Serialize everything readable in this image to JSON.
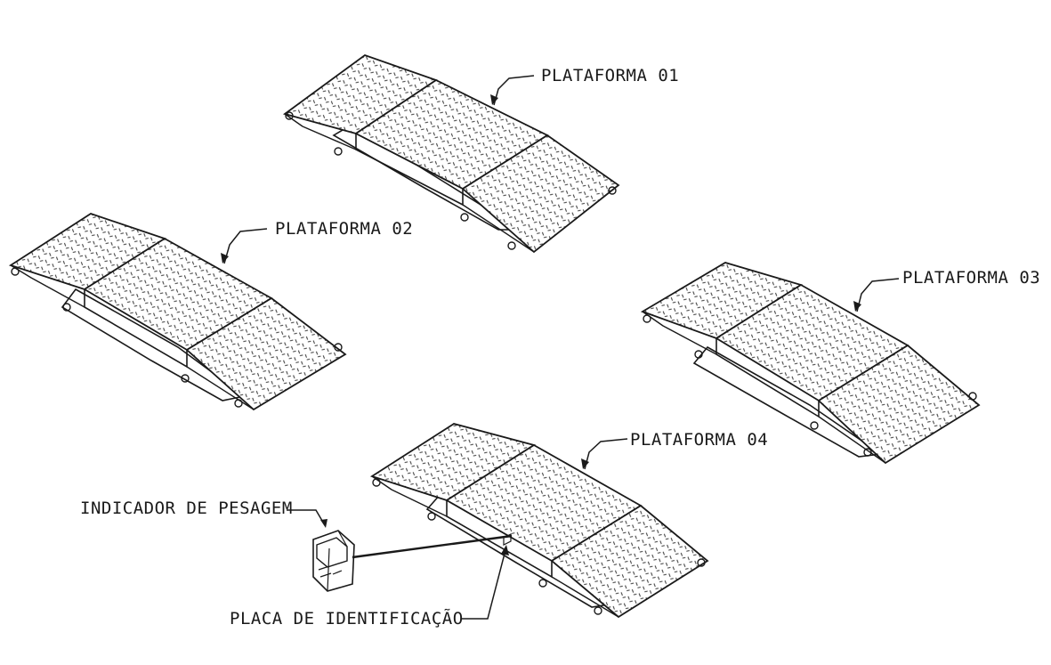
{
  "labels": {
    "platform_1": "PLATAFORMA 01",
    "platform_2": "PLATAFORMA 02",
    "platform_3": "PLATAFORMA 03",
    "platform_4": "PLATAFORMA 04",
    "indicator": "INDICADOR DE PESAGEM",
    "id_plate": "PLACA  DE IDENTIFICAÇÃO"
  },
  "colors": {
    "line": "#1a1a1a",
    "plate_fill": "#ffffff",
    "tread": "#444444"
  }
}
